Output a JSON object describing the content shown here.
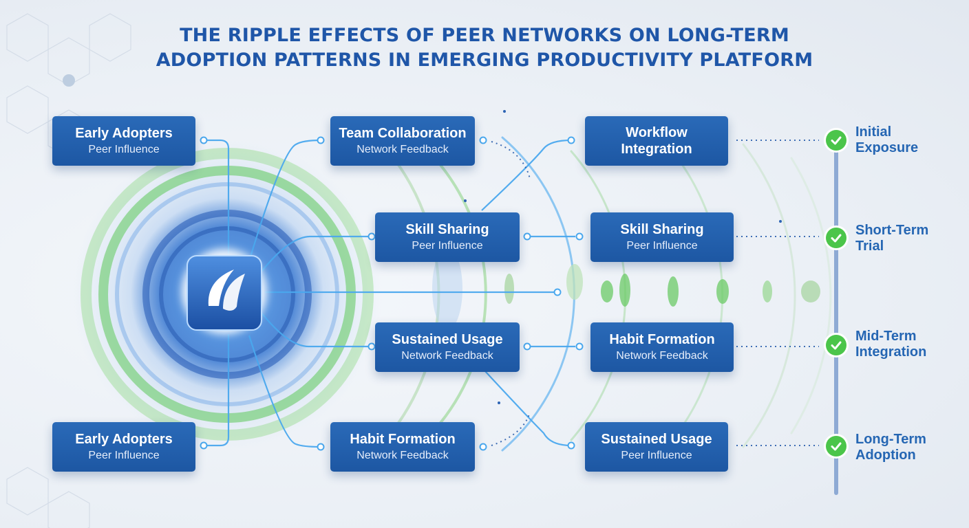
{
  "title": {
    "line1": "THE RIPPLE EFFECTS OF PEER NETWORKS ON LONG-TERM",
    "line2": "ADOPTION PATTERNS IN EMERGING PRODUCTIVITY PLATFORM"
  },
  "hub": {
    "icon": "platform-logo-icon"
  },
  "nodes": [
    {
      "title": "Early Adopters",
      "subtitle": "Peer Influence"
    },
    {
      "title": "Team Collaboration",
      "subtitle": "Network Feedback"
    },
    {
      "title": "Workflow Integration",
      "subtitle": ""
    },
    {
      "title": "Skill Sharing",
      "subtitle": "Peer Influence"
    },
    {
      "title": "Skill Sharing",
      "subtitle": "Peer Influence"
    },
    {
      "title": "Sustained Usage",
      "subtitle": "Network Feedback"
    },
    {
      "title": "Habit Formation",
      "subtitle": "Network Feedback"
    },
    {
      "title": "Early Adopters",
      "subtitle": "Peer Influence"
    },
    {
      "title": "Habit Formation",
      "subtitle": "Network Feedback"
    },
    {
      "title": "Sustained Usage",
      "subtitle": "Peer Influence"
    }
  ],
  "stages": [
    {
      "line1": "Initial",
      "line2": "Exposure"
    },
    {
      "line1": "Short-Term",
      "line2": "Trial"
    },
    {
      "line1": "Mid-Term",
      "line2": "Integration"
    },
    {
      "line1": "Long-Term",
      "line2": "Adoption"
    }
  ],
  "colors": {
    "primary": "#1f56a8",
    "node": "#1d57a3",
    "accent_green": "#4bc54a",
    "connector": "#4aa8ee"
  }
}
